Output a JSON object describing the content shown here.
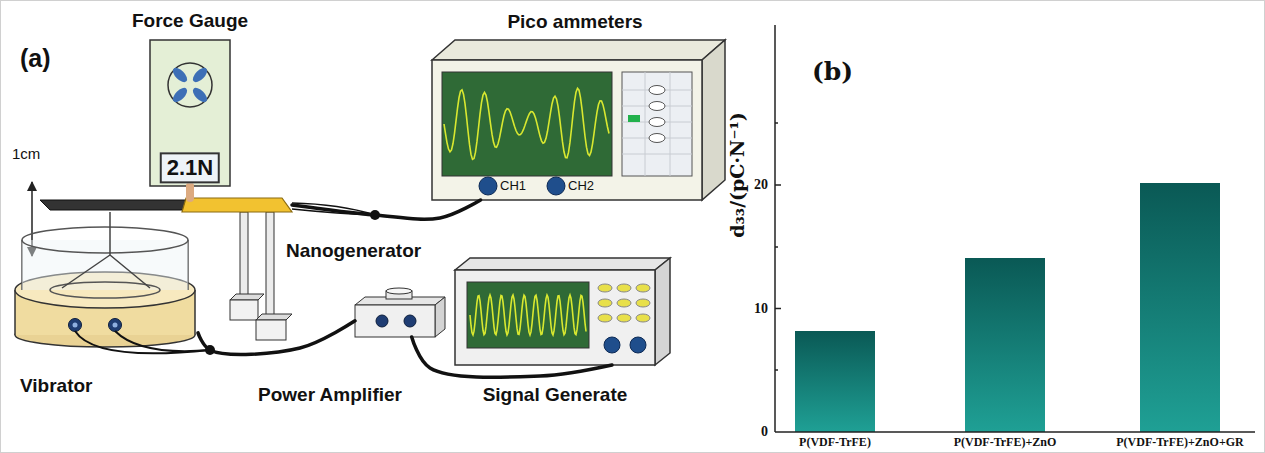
{
  "diagram": {
    "nodes": [
      {
        "text": [
          "Force Gauge",
          "2.1N"
        ]
      },
      {
        "text": [
          "Pico ammeters",
          "CH1",
          "CH2"
        ]
      },
      {
        "text": [
          "Nanogenerator"
        ]
      },
      {
        "text": [
          "Vibrator"
        ]
      },
      {
        "text": [
          "Power Amplifier"
        ]
      },
      {
        "text": [
          "Signal Generate"
        ]
      }
    ],
    "edges": [
      {
        "from": 0,
        "to": 2,
        "arrow": "none"
      },
      {
        "from": 2,
        "to": 1,
        "arrow": "none"
      },
      {
        "from": 3,
        "to": 4,
        "arrow": "none"
      },
      {
        "from": 4,
        "to": 5,
        "arrow": "none"
      }
    ],
    "labels": [
      "(a)",
      "1cm",
      "(b)",
      "d₃₃/(pC·N⁻¹)",
      "0",
      "10",
      "20",
      "P(VDF-TrFE)",
      "P(VDF-TrFE)+ZnO",
      "P(VDF-TrFE)+ZnO+GR"
    ]
  }
}
